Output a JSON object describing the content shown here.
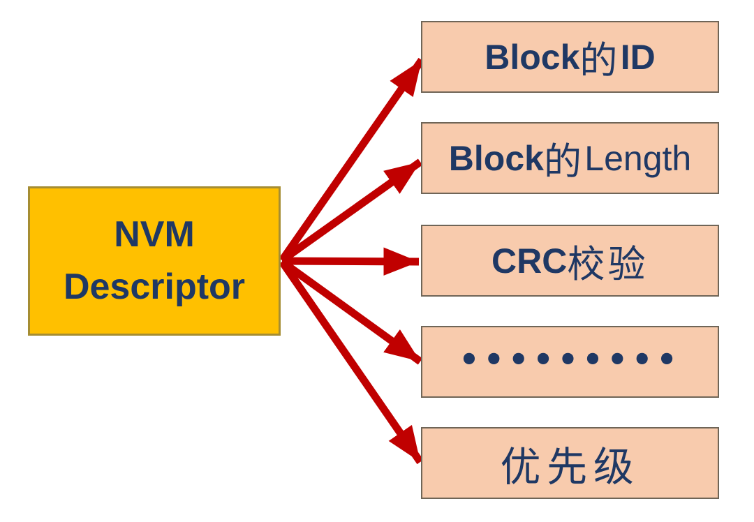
{
  "colors": {
    "background": "#ffffff",
    "arrow_red": "#c00000",
    "source_fill": "#ffc000",
    "source_border": "#a58d33",
    "item_fill": "#f8cbad",
    "item_border": "#6f6557",
    "text_navy": "#1f3864"
  },
  "source": {
    "line1": "NVM",
    "line2": "Descriptor"
  },
  "items": [
    {
      "name": "block-id",
      "label": "Block的ID",
      "segments": [
        {
          "text": "Block",
          "style": "bold"
        },
        {
          "text": "的",
          "style": "cjk"
        },
        {
          "text": "ID",
          "style": "bold"
        }
      ]
    },
    {
      "name": "block-length",
      "label": "Block的Length",
      "segments": [
        {
          "text": "Block",
          "style": "bold"
        },
        {
          "text": "的",
          "style": "cjk"
        },
        {
          "text": "Length",
          "style": "regular"
        }
      ]
    },
    {
      "name": "crc-check",
      "label": "CRC校验",
      "segments": [
        {
          "text": "CRC",
          "style": "bold"
        },
        {
          "text": "校验",
          "style": "cjk"
        }
      ]
    },
    {
      "name": "ellipsis",
      "label": "•••••••••",
      "segments": [
        {
          "text": "•••••••••",
          "style": "dots"
        }
      ]
    },
    {
      "name": "priority",
      "label": "优先级",
      "segments": [
        {
          "text": "优先级",
          "style": "cjk"
        }
      ]
    }
  ]
}
